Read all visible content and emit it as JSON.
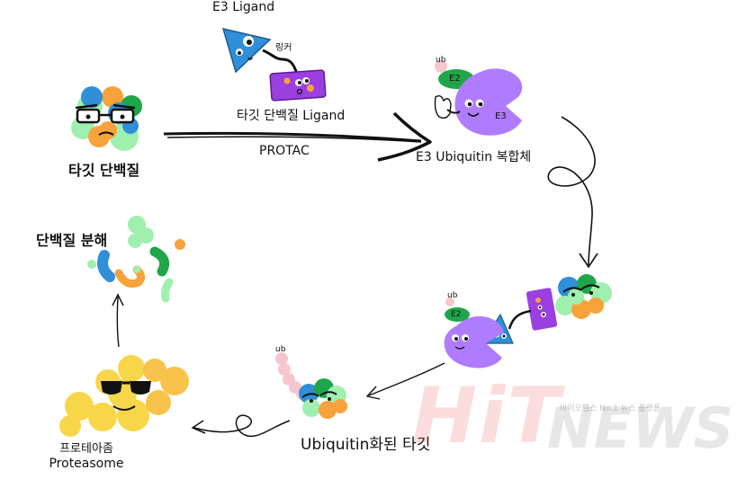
{
  "labels": {
    "e3_ligand": "E3 Ligand",
    "linker": "링커",
    "target_ligand": "타깃 단백질 Ligand",
    "target_protein": "타깃 단백질",
    "protac": "PROTAC",
    "ub_top": "ub",
    "e2_top": "E2",
    "e3_top": "E3",
    "e3_complex": "E3 Ubiquitin 복합체",
    "ub_mid": "ub",
    "e2_mid": "E2",
    "ub_chain": "ub",
    "ubiquitinated_target": "Ubiquitin화된 타깃",
    "proteasome_ko": "프로테아좀",
    "proteasome_en": "Proteasome",
    "degradation": "단백질 분해"
  },
  "watermark": {
    "brand": "HiT",
    "news": "NEWS",
    "tagline": "바이오헬스 No.1 뉴스 플랫폼"
  },
  "colors": {
    "blue": "#2f8fd8",
    "green": "#1fa64a",
    "orange": "#f7a23a",
    "mint": "#9ff0ae",
    "purple": "#b07cff",
    "magenta": "#9b3fe0",
    "yellow": "#f8d64a",
    "pink": "#f6c6cf"
  }
}
